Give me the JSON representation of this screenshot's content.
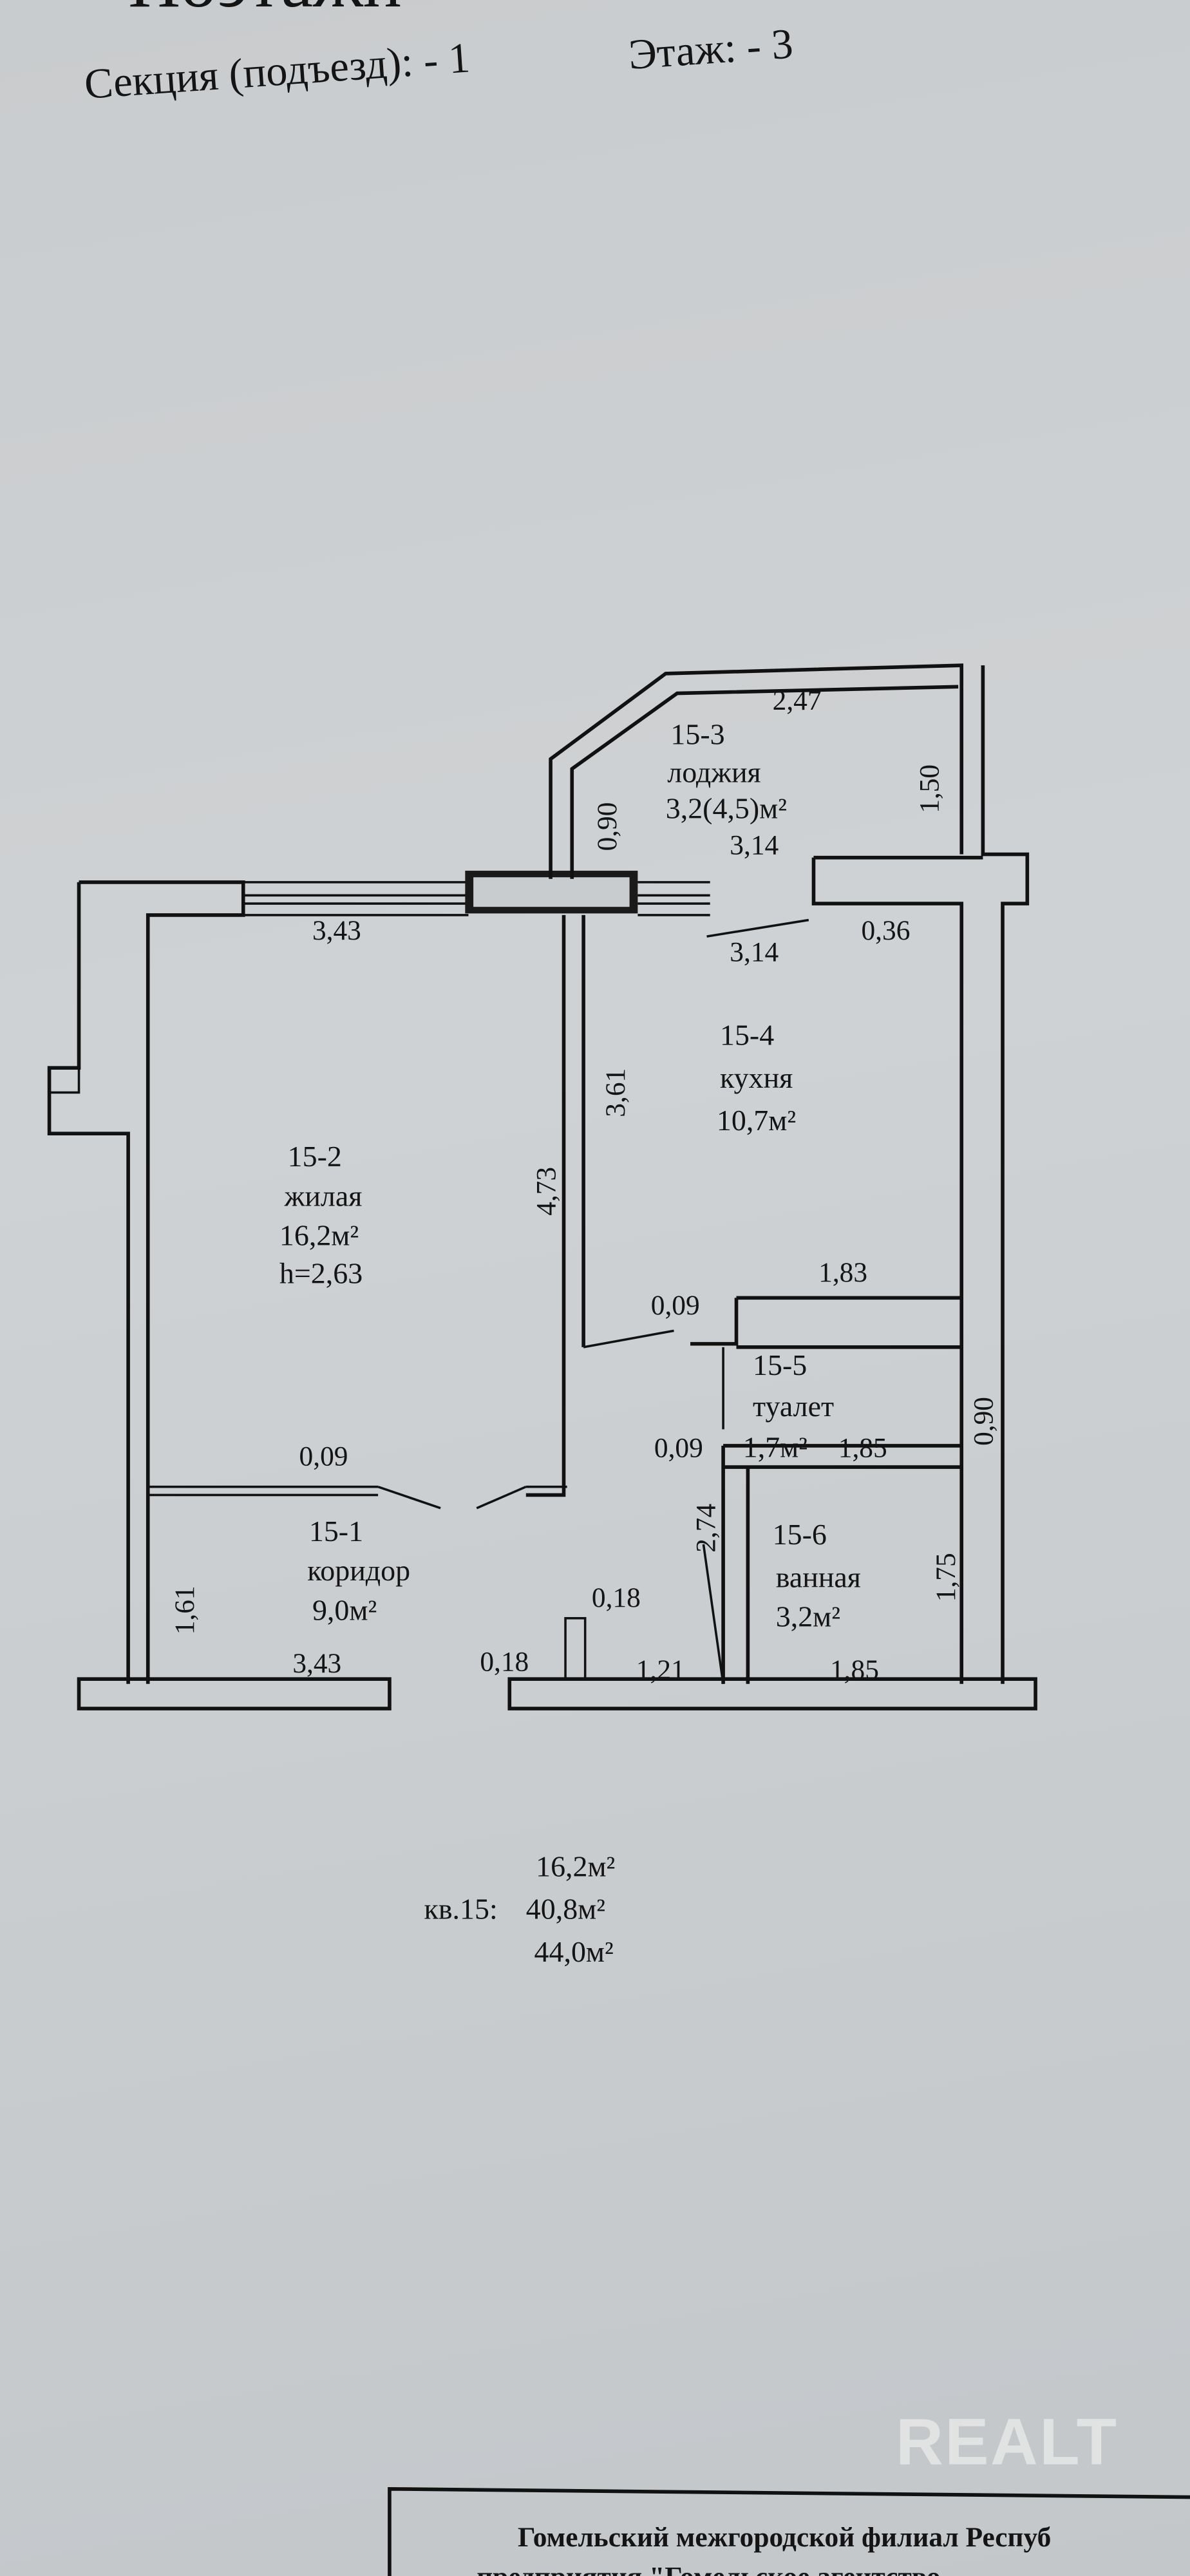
{
  "header": {
    "title_partial": "Поэтажн",
    "section_label": "Секция (подъезд): - 1",
    "floor_label": "Этаж:  - 3"
  },
  "rooms": [
    {
      "id": "15-1",
      "name": "коридор",
      "area": "9,0м²"
    },
    {
      "id": "15-2",
      "name": "жилая",
      "area": "16,2м²",
      "height": "h=2,63"
    },
    {
      "id": "15-3",
      "name": "лоджия",
      "area": "3,2(4,5)м²"
    },
    {
      "id": "15-4",
      "name": "кухня",
      "area": "10,7м²"
    },
    {
      "id": "15-5",
      "name": "туалет",
      "area": "1,7м²"
    },
    {
      "id": "15-6",
      "name": "ванная",
      "area": "3,2м²"
    }
  ],
  "dimensions": {
    "loggia_top": "2,47",
    "loggia_left": "0,90",
    "loggia_right": "1,50",
    "loggia_bottom": "3,14",
    "living_top": "3,43",
    "living_right": "4,73",
    "kitchen_left": "3,61",
    "kitchen_top": "3,14",
    "wall_036": "0,36",
    "door_009_a": "0,09",
    "door_009_b": "0,09",
    "door_009_c": "0,09",
    "toilet_top": "1,83",
    "toilet_right": "0,90",
    "toilet_width": "1,85",
    "corridor_left": "1,61",
    "corridor_bottom": "3,43",
    "door_018_a": "0,18",
    "door_018_b": "0,18",
    "corridor_bottom_b": "1,21",
    "bath_bottom": "1,85",
    "bath_right": "1,75",
    "bath_left": "2,74"
  },
  "summary": {
    "living_area": "16,2м²",
    "apartment_label": "кв.15:",
    "useful_area": "40,8м²",
    "total_area": "44,0м²"
  },
  "footer": {
    "stamp_line1": "Гомельский межгородской филиал Респуб",
    "stamp_line2": "предприятия \"Гомельское агентство"
  },
  "watermark": "REALT"
}
